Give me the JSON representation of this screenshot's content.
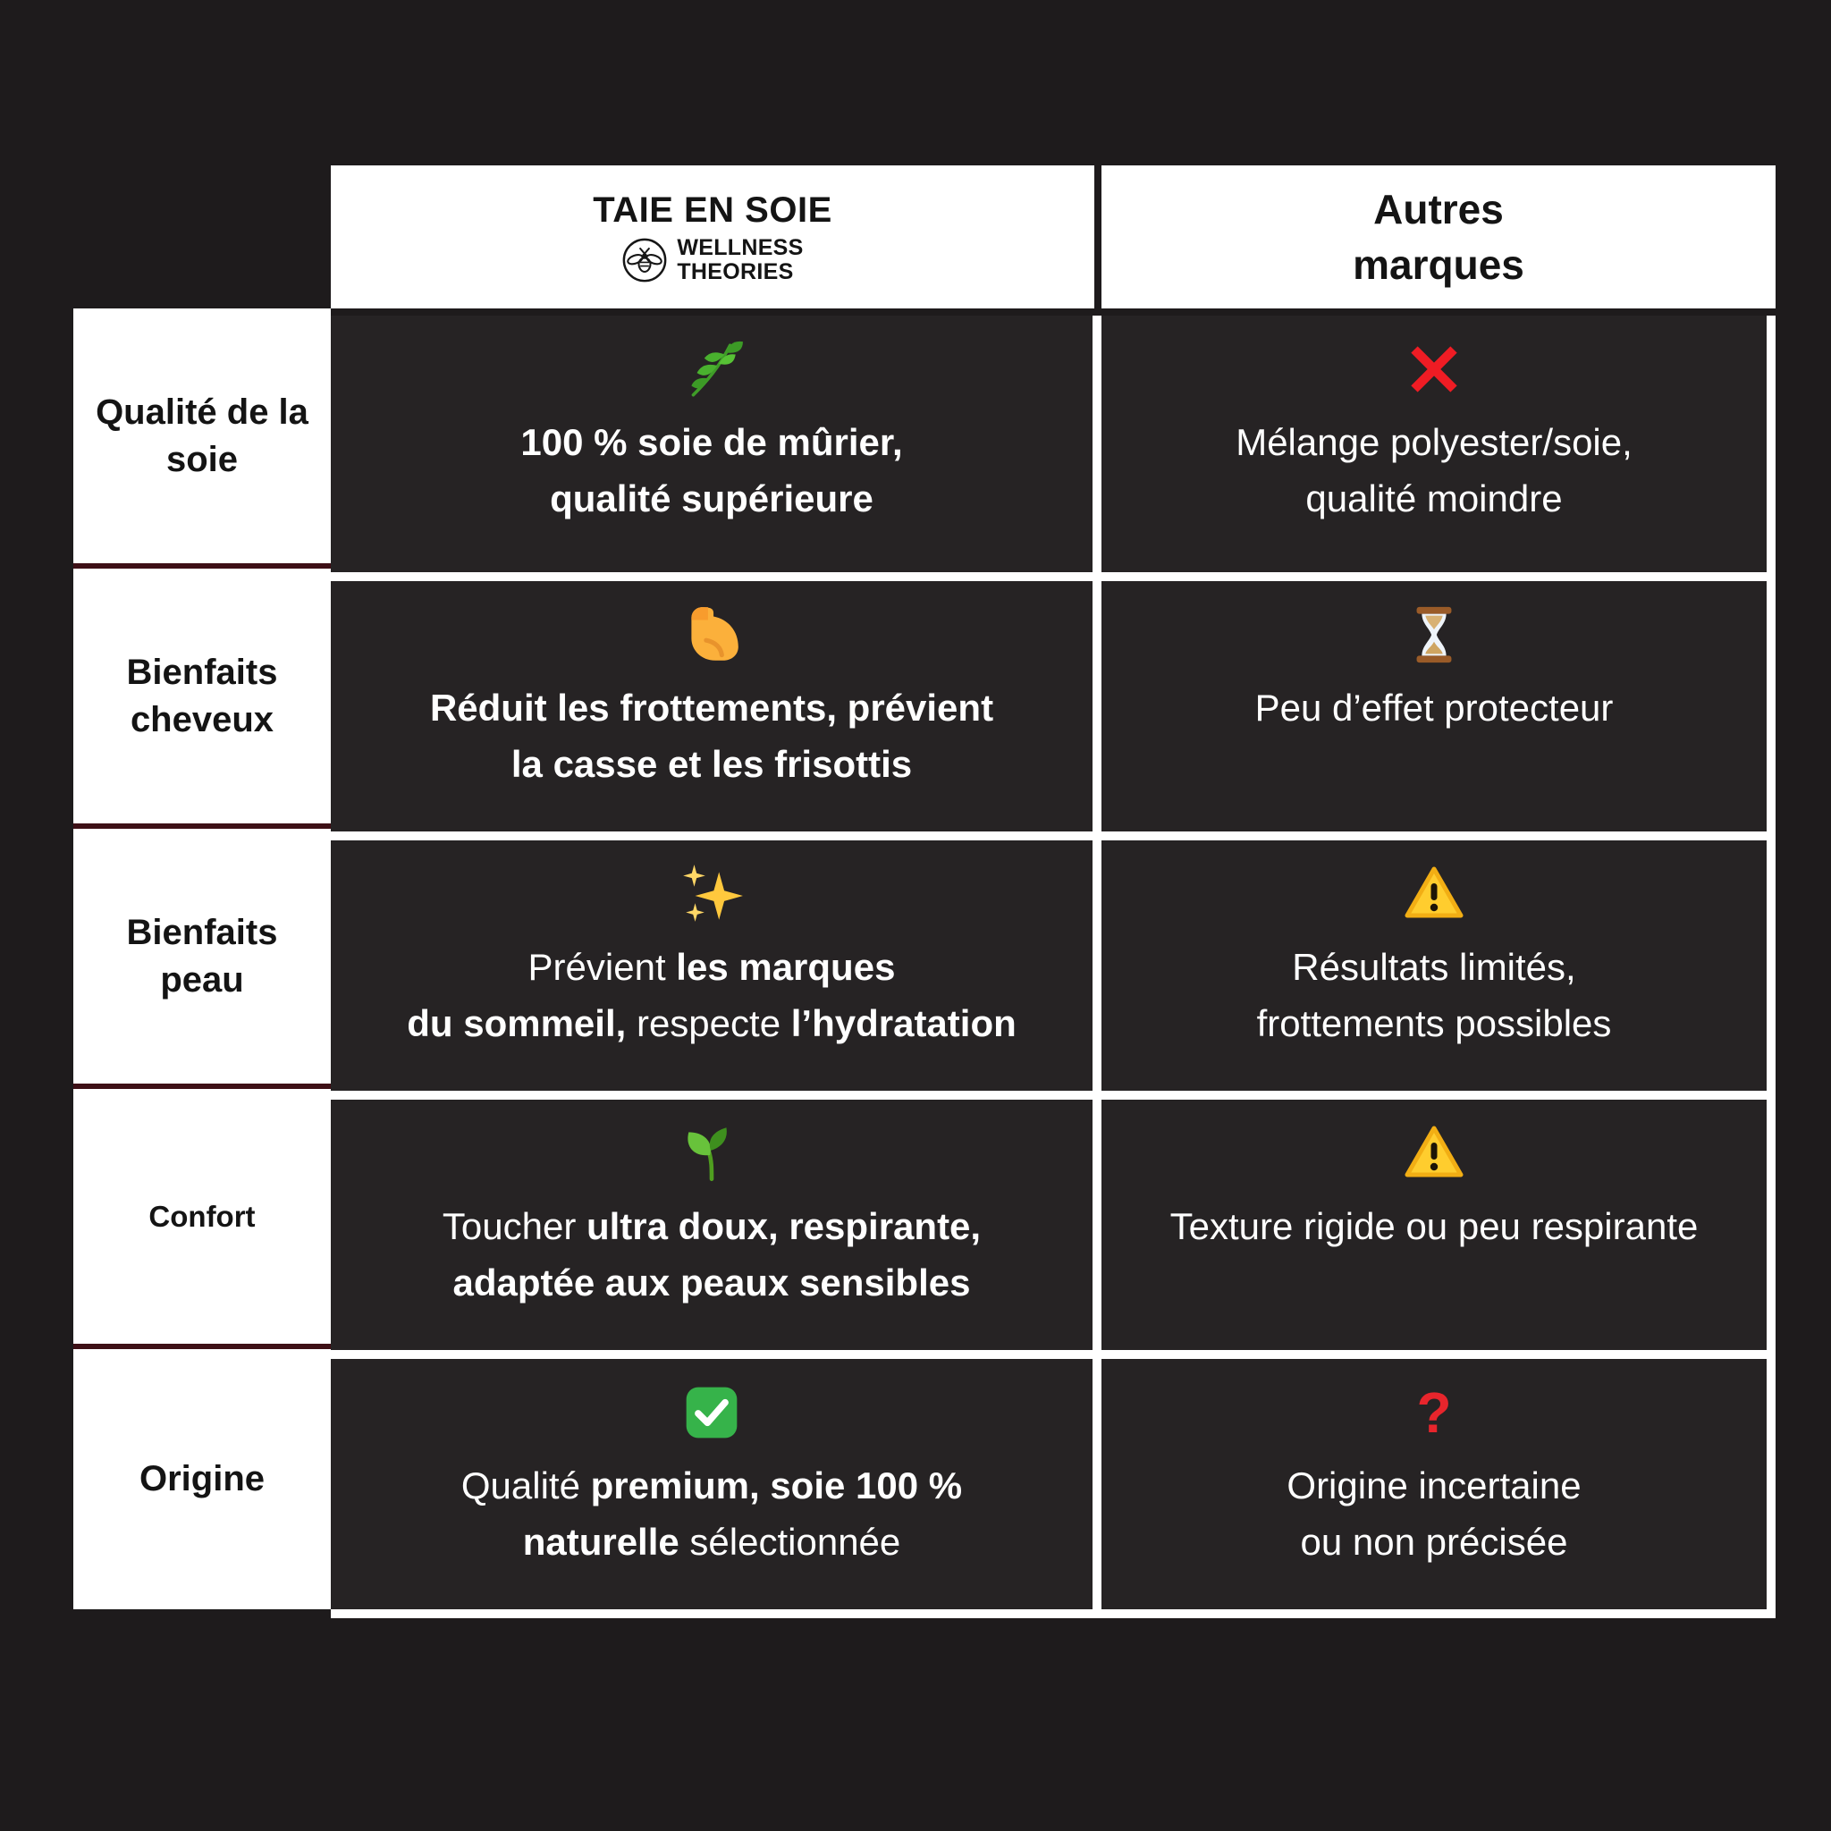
{
  "page": {
    "background": "#1e1b1c"
  },
  "header": {
    "brand": {
      "title": "TAIE EN SOIE",
      "logo_icon": "bee-logo-icon",
      "logo_line1": "WELLNESS",
      "logo_line2": "THEORIES"
    },
    "competitor": {
      "line1": "Autres",
      "line2": "marques"
    }
  },
  "colors": {
    "background": "#1e1b1c",
    "cell_dark": "#262324",
    "cell_white": "#ffffff",
    "label_separator_maroon": "#3e1016",
    "content_separator_white": "#ffffff",
    "cross_red": "#ef1c24",
    "warning_yellow": "#ffcd2e",
    "check_green": "#36b34a",
    "question_red": "#e8252c",
    "herb_green": "#49b02e",
    "biceps_amber": "#fbb03b",
    "sparkles_gold": "#ffc83d"
  },
  "rows": [
    {
      "label": "Qualité de la soie",
      "brand": {
        "icon": "herb-icon",
        "s0": "100 % soie de mûrier,\nqualité supérieure"
      },
      "other": {
        "icon": "cross-mark-icon",
        "s0": "Mélange polyester/soie,\nqualité moindre"
      }
    },
    {
      "label": "Bienfaits cheveux",
      "brand": {
        "icon": "flexed-biceps-icon",
        "s0": "Réduit les frottements, prévient\nla casse et les frisottis"
      },
      "other": {
        "icon": "hourglass-icon",
        "s0": "Peu d’effet protecteur"
      }
    },
    {
      "label": "Bienfaits peau",
      "brand": {
        "icon": "sparkles-icon",
        "s0": "Prévient ",
        "s1": "les marques\ndu sommeil,",
        "s2": " respecte ",
        "s3": "l’hydratation"
      },
      "other": {
        "icon": "warning-icon",
        "s0": "Résultats limités,\nfrottements possibles"
      }
    },
    {
      "label": "Confort",
      "brand": {
        "icon": "seedling-icon",
        "s0": "Toucher ",
        "s1": "ultra doux, respirante,\nadaptée aux peaux sensibles"
      },
      "other": {
        "icon": "warning-icon",
        "s0": "Texture rigide ou peu respirante"
      }
    },
    {
      "label": "Origine",
      "brand": {
        "icon": "check-mark-icon",
        "s0": "Qualité ",
        "s1": "premium, soie 100 %\nnaturelle",
        "s2": " sélectionnée"
      },
      "other": {
        "icon": "question-mark-icon",
        "glyph": "?",
        "s0": "Origine incertaine\nou non précisée"
      }
    }
  ],
  "chart_data": {
    "type": "table",
    "title": "",
    "columns": [
      "",
      "TAIE EN SOIE — WELLNESS THEORIES",
      "Autres marques"
    ],
    "rows": [
      [
        "Qualité de la soie",
        "100 % soie de mûrier, qualité supérieure",
        "Mélange polyester/soie, qualité moindre"
      ],
      [
        "Bienfaits cheveux",
        "Réduit les frottements, prévient la casse et les frisottis",
        "Peu d’effet protecteur"
      ],
      [
        "Bienfaits peau",
        "Prévient les marques du sommeil, respecte l’hydratation",
        "Résultats limités, frottements possibles"
      ],
      [
        "Confort",
        "Toucher ultra doux, respirante, adaptée aux peaux sensibles",
        "Texture rigide ou peu respirante"
      ],
      [
        "Origine",
        "Qualité premium, soie 100 % naturelle sélectionnée",
        "Origine incertaine ou non précisée"
      ]
    ],
    "icons": {
      "brand_column": [
        "herb",
        "flexed-biceps",
        "sparkles",
        "seedling",
        "check-mark"
      ],
      "other_column": [
        "cross-mark",
        "hourglass",
        "warning",
        "warning",
        "question-mark"
      ]
    }
  }
}
